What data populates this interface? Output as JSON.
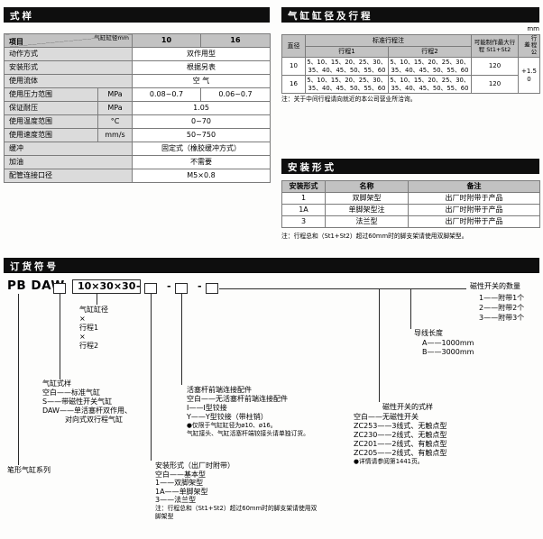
{
  "spec": {
    "title": "式样",
    "header": {
      "corner_top": "气缸缸径mm",
      "corner_bottom": "项目",
      "col1": "10",
      "col2": "16"
    },
    "rows": [
      {
        "label": "动作方式",
        "value": "双作用型"
      },
      {
        "label": "安装形式",
        "value": "根据另表"
      },
      {
        "label": "使用流体",
        "value": "空  气"
      },
      {
        "label": "使用压力范围",
        "unit": "MPa",
        "v1": "0.08~0.7",
        "v2": "0.06~0.7"
      },
      {
        "label": "保证耐压",
        "unit": "MPa",
        "value": "1.05"
      },
      {
        "label": "使用温度范围",
        "unit": "°C",
        "value": "0~70"
      },
      {
        "label": "使用速度范围",
        "unit": "mm/s",
        "value": "50~750"
      },
      {
        "label": "缓冲",
        "value": "固定式（橡胶缓冲方式）"
      },
      {
        "label": "加油",
        "value": "不需要"
      },
      {
        "label": "配管连接口径",
        "value": "M5×0.8"
      }
    ]
  },
  "stroke": {
    "title": "气缸缸径及行程",
    "unit_label": "mm",
    "header": {
      "diameter": "直径",
      "standard": "标准行程注",
      "stroke1": "行程1",
      "stroke2": "行程2",
      "max": "可能制作最大行程 St1+St2",
      "tolerance": "行程公差"
    },
    "rows": [
      {
        "d": "10",
        "line1": "5、10、15、20、25、30、",
        "line2": "35、40、45、50、55、60",
        "max": "120"
      },
      {
        "d": "16",
        "line1": "5、10、15、20、25、30、",
        "line2": "35、40、45、50、55、60",
        "max": "120"
      }
    ],
    "tolerance_top": "+1.5",
    "tolerance_bottom": "0",
    "note": "注：关于中间行程请向就近的本公司营业所洽询。"
  },
  "mounting": {
    "title": "安装形式",
    "header": {
      "type": "安装形式",
      "name": "名称",
      "remark": "备注"
    },
    "rows": [
      {
        "type": "1",
        "name": "双脚架型",
        "remark": "出厂时附带于产品"
      },
      {
        "type": "1A",
        "name": "单脚架型注",
        "remark": "出厂时附带于产品"
      },
      {
        "type": "3",
        "name": "法兰型",
        "remark": "出厂时附带于产品"
      }
    ],
    "note": "注：行程总和（St1+St2）超过60mm时的脚支架请使用双脚架型。"
  },
  "ordering": {
    "title": "订货符号",
    "code": {
      "prefix": "PB DAW",
      "size": "10×30×30",
      "dash": "-"
    },
    "series_label": "笔形气缸系列",
    "style": {
      "title": "气缸式样",
      "items": [
        "空白——标准气缸",
        "S——带磁性开关气缸",
        "DAW——单活塞杆双作用、",
        "对向式双行程气缸"
      ]
    },
    "bore": {
      "title": "气缸缸径",
      "lines": [
        "×",
        "行程1",
        "×",
        "行程2"
      ]
    },
    "mount": {
      "title": "安装形式（出厂时附带）",
      "items": [
        "空白——基本型",
        "1——双脚架型",
        "1A——单脚架型",
        "3——法兰型"
      ],
      "note_lines": [
        "注：行程总和（St1+St2）超过60mm时的脚支架请使用双",
        "脚架型"
      ]
    },
    "rod_end": {
      "title": "活塞杆前端连接配件",
      "items": [
        "空白——无活塞杆前端连接配件",
        "I——I型铰接",
        "Y——Y型铰接（带柱销）"
      ],
      "note_lines": [
        "●仅限于气缸缸径为ø10、ø16。",
        "气缸接头、气缸活塞杆端铰接头请单独订货。"
      ]
    },
    "switch_style": {
      "title": "磁性开关的式样",
      "items": [
        "空白——无磁性开关",
        "ZC253——3线式、无触点型",
        "ZC230——2线式、无触点型",
        "ZC201——2线式、有触点型",
        "ZC205——2线式、有触点型"
      ],
      "note": "●详情请参阅第1441页。"
    },
    "lead_length": {
      "title": "导线长度",
      "items": [
        "A——1000mm",
        "B——3000mm"
      ]
    },
    "switch_qty": {
      "title": "磁性开关的数量",
      "items": [
        "1——附带1个",
        "2——附带2个",
        "3——附带3个"
      ]
    }
  }
}
